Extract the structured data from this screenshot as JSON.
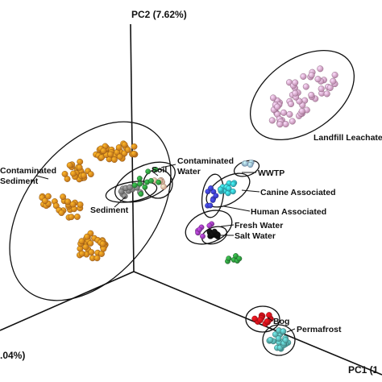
{
  "chart_data": {
    "type": "scatter",
    "projection": "3d",
    "axes": {
      "x": {
        "label": "PC1 (1",
        "full_title": "PC1"
      },
      "y": {
        "label": "PC2 (7.62%)",
        "full_title": "PC2",
        "percent_explained": 7.62
      },
      "z": {
        "label": ".04%)",
        "full_title": "PC3"
      }
    },
    "grid": false,
    "legend": "none",
    "series": [
      {
        "name": "Landfill Leachate",
        "color": "#e8a6d2"
      },
      {
        "name": "Contaminated Sediment",
        "color": "#ef8a1f"
      },
      {
        "name": "Sediment",
        "color": "#7e7e7e"
      },
      {
        "name": "Soil",
        "color": "#f4b7a0"
      },
      {
        "name": "Contaminated Water",
        "color": "#2f9a3f"
      },
      {
        "name": "WWTP",
        "color": "#9cc3ea"
      },
      {
        "name": "Canine Associated",
        "color": "#35c2d4"
      },
      {
        "name": "Human Associated",
        "color": "#3b3fd8"
      },
      {
        "name": "Fresh Water",
        "color": "#9b3bb6"
      },
      {
        "name": "Salt Water",
        "color": "#111111"
      },
      {
        "name": "Bog",
        "color": "#e3121b"
      },
      {
        "name": "Permafrost",
        "color": "#58b5b3"
      }
    ],
    "labels": {
      "landfill": "Landfill Leachate",
      "contaminated_sediment_line1": "Contaminated",
      "contaminated_sediment_line2": "Sediment",
      "contaminated_water_line1": "Contaminated",
      "contaminated_water_line2": "Water",
      "soil": "Soil",
      "sediment": "Sediment",
      "wwtp": "WWTP",
      "canine": "Canine Associated",
      "human": "Human Associated",
      "fresh_water": "Fresh Water",
      "salt_water": "Salt Water",
      "bog": "Bog",
      "permafrost": "Permafrost"
    }
  }
}
